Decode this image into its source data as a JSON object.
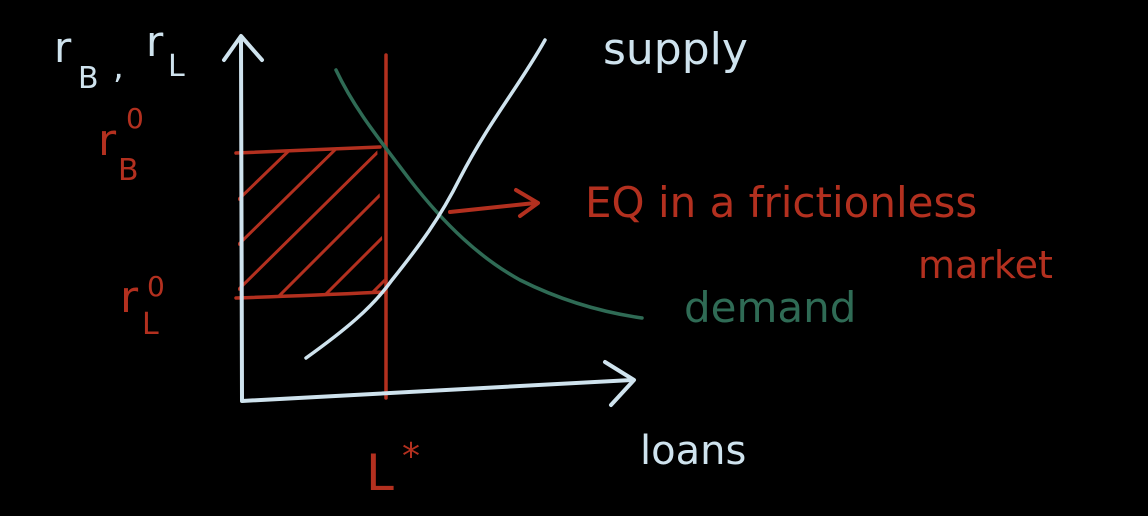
{
  "diagram": {
    "y_axis_label_parts": {
      "rB_r": "r",
      "rB_sub": "B",
      "comma": ",",
      "rL_r": "r",
      "rL_sub": "L"
    },
    "x_axis_label": "loans",
    "rB0": {
      "r": "r",
      "sup": "0",
      "sub": "B"
    },
    "rL0": {
      "r": "r",
      "sup": "0",
      "sub": "L"
    },
    "lstar": {
      "l": "L",
      "star": "*"
    },
    "supply_label": "supply",
    "demand_label": "demand",
    "annotation": {
      "line1": "EQ in a frictionless",
      "line2": "market"
    },
    "colors": {
      "axis": "#cfe3ee",
      "supply": "#cfe3ee",
      "demand": "#2f6b55",
      "red": "#b3301f",
      "background": "#000000"
    }
  }
}
